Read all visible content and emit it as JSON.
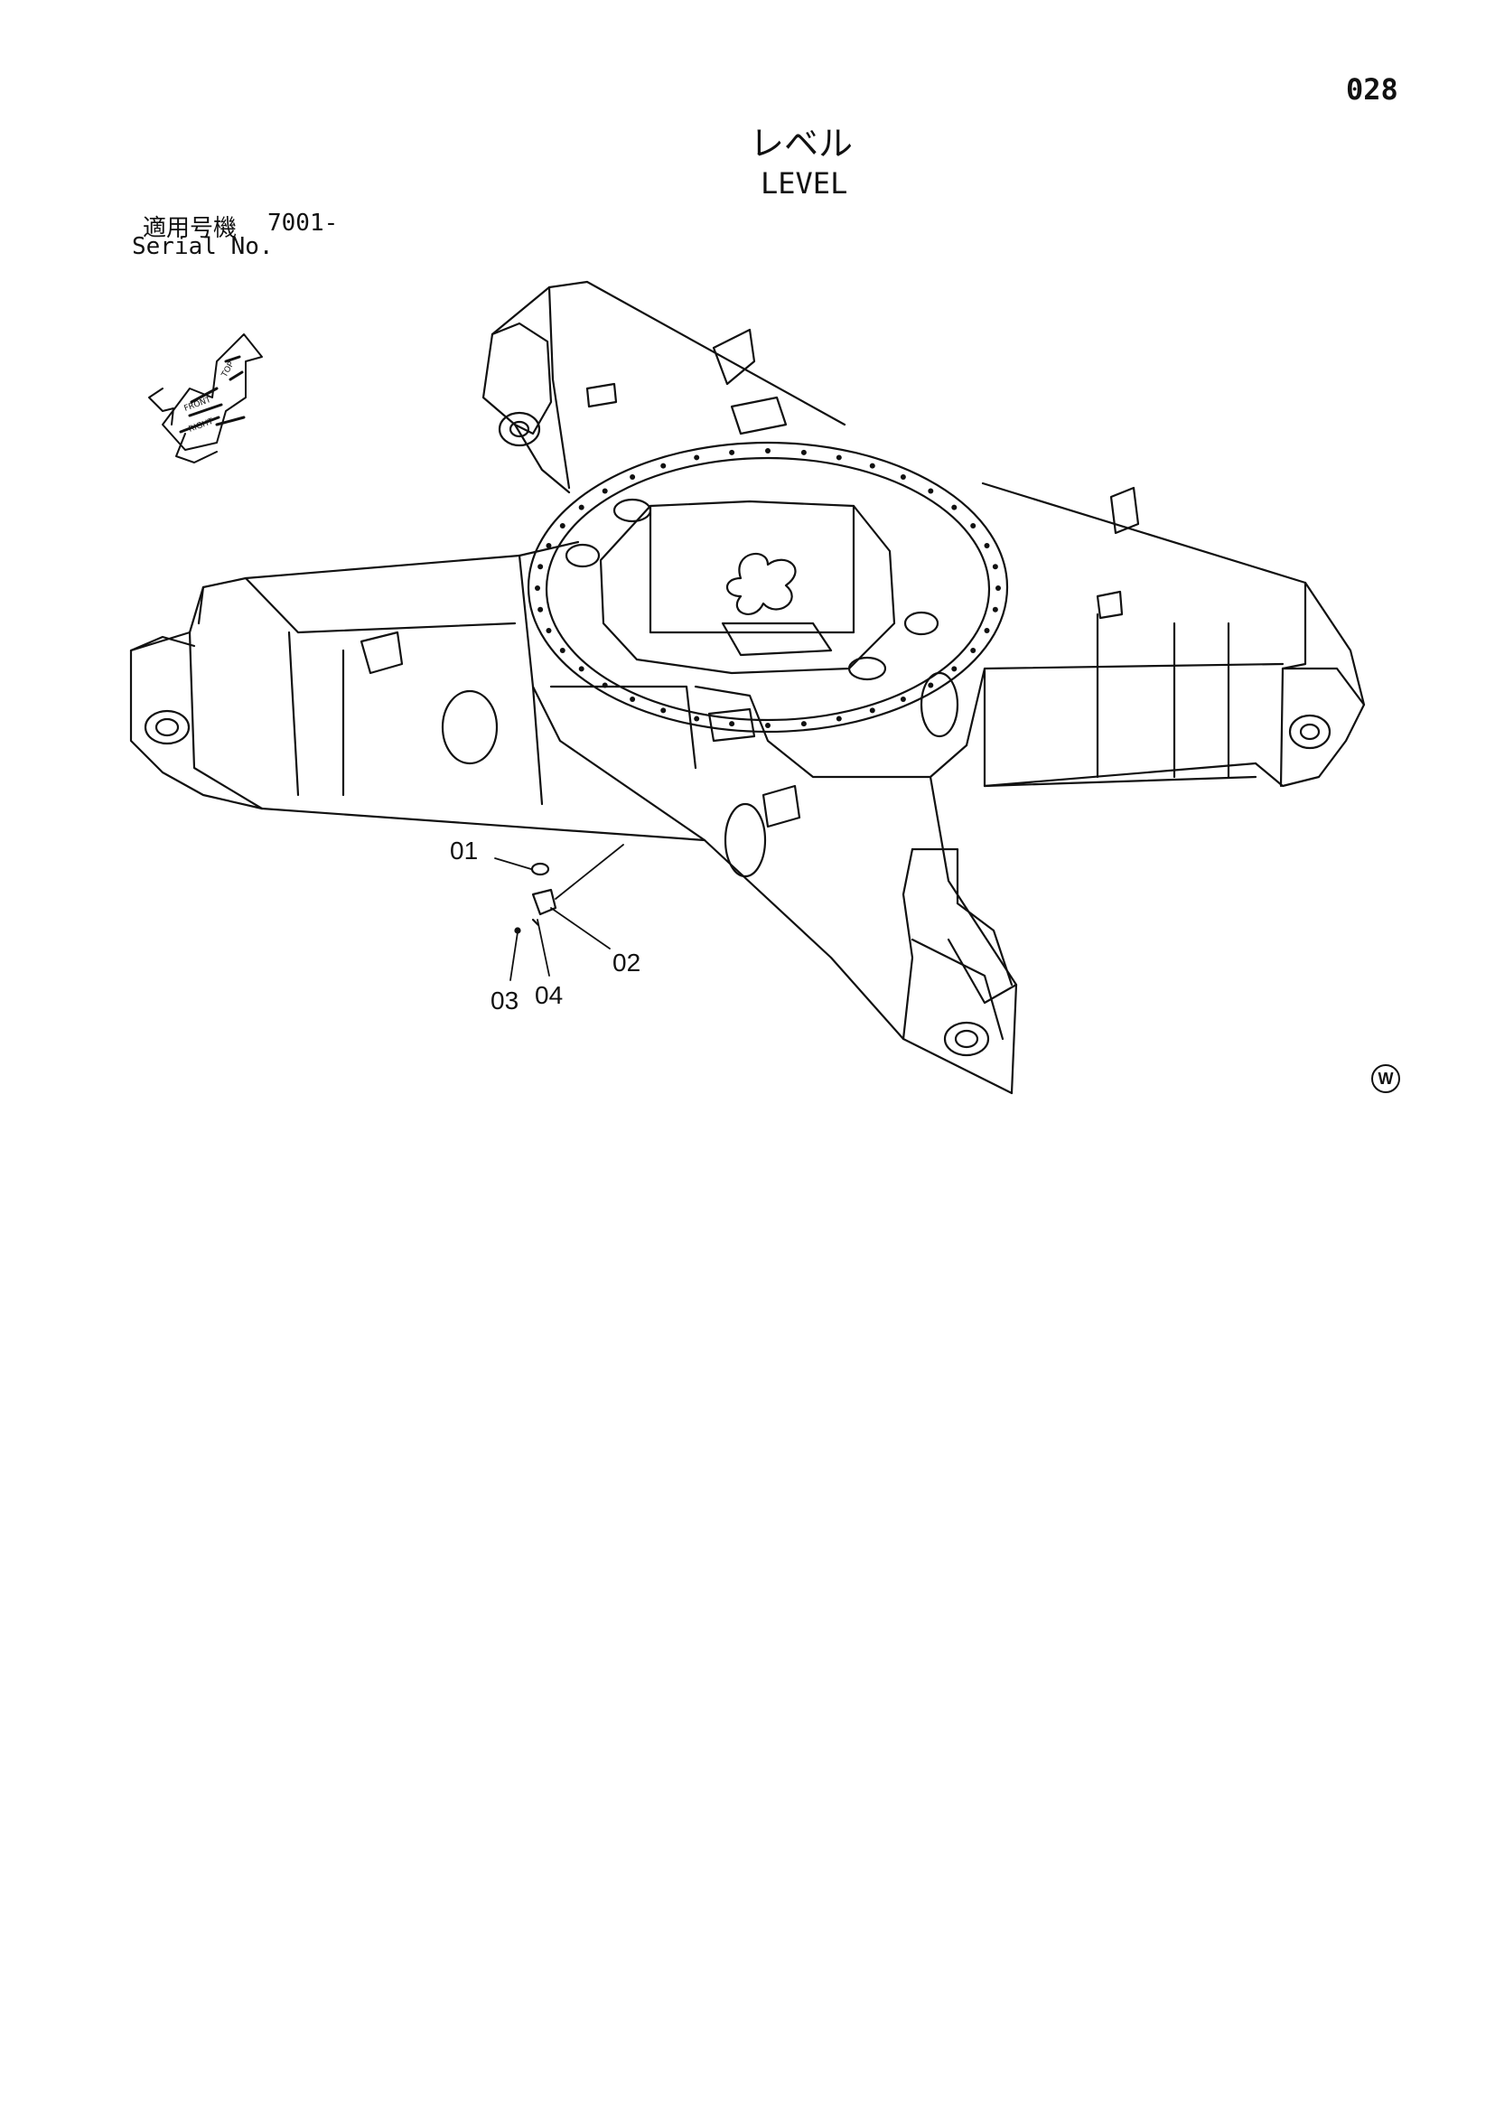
{
  "header": {
    "page_number": "028",
    "title_jp": "レベル",
    "title_en": "LEVEL"
  },
  "serial": {
    "label_jp": "適用号機",
    "value": "7001-",
    "label_en": "Serial No."
  },
  "direction_indicator": {
    "labels": [
      "FRONT",
      "RIGHT",
      "TOP"
    ]
  },
  "callouts": {
    "c01": "01",
    "c02": "02",
    "c03": "03",
    "c04": "04"
  },
  "footer_mark": "W",
  "colors": {
    "ink": "#111111",
    "paper": "#ffffff"
  }
}
